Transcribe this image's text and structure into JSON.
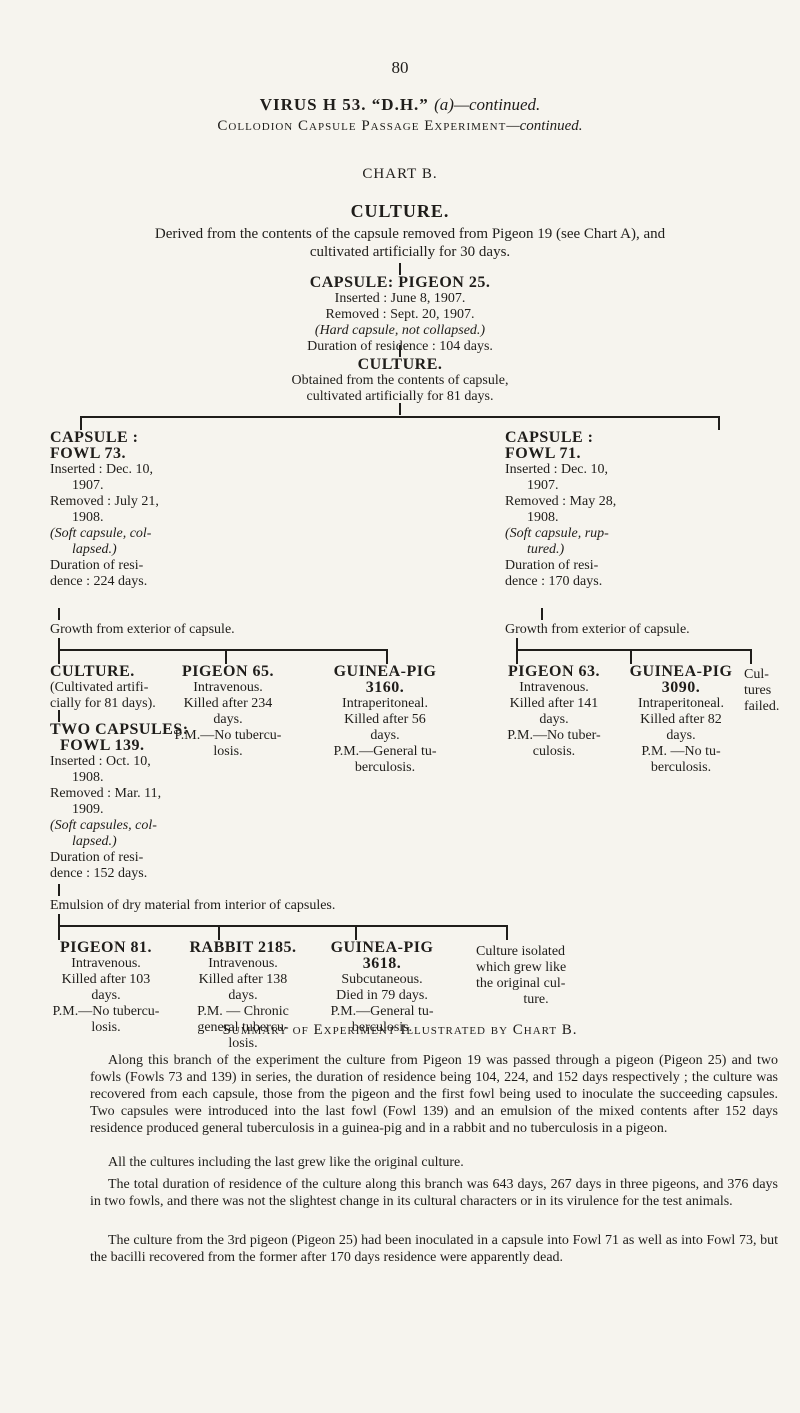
{
  "page_number": "80",
  "header": {
    "title": "VIRUS H 53. “D.H.”",
    "title_suffix": "(a)—continued.",
    "subtitle": "Collodion Capsule Passage Experiment",
    "subtitle_suffix": "—continued."
  },
  "chart_label": "CHART B.",
  "culture_heading": "CULTURE.",
  "derived_text": "Derived from the contents of the capsule removed from Pigeon 19 (see Chart A), and cultivated artificially for 30 days.",
  "capsule_pigeon25": {
    "title": "CAPSULE: PIGEON 25.",
    "inserted": "Inserted : June 8, 1907.",
    "removed": "Removed : Sept. 20, 1907.",
    "note": "(Hard capsule, not collapsed.)",
    "duration": "Duration of residence : 104 days."
  },
  "culture2": {
    "title": "CULTURE.",
    "line1": "Obtained from the contents of capsule,",
    "line2": "cultivated artificially for 81 days."
  },
  "fowl73": {
    "title1": "CAPSULE :",
    "title2": "FOWL 73.",
    "inserted1": "Inserted : Dec. 10,",
    "inserted2": "1907.",
    "removed1": "Removed : July 21,",
    "removed2": "1908.",
    "note1": "(Soft capsule, col-",
    "note2": "lapsed.)",
    "duration1": "Duration of resi-",
    "duration2": "dence : 224 days.",
    "growth": "Growth from exterior of capsule."
  },
  "fowl71": {
    "title1": "CAPSULE :",
    "title2": "FOWL 71.",
    "inserted1": "Inserted : Dec. 10,",
    "inserted2": "1907.",
    "removed1": "Removed : May 28,",
    "removed2": "1908.",
    "note1": "(Soft capsule, rup-",
    "note2": "tured.)",
    "duration1": "Duration of resi-",
    "duration2": "dence : 170 days.",
    "growth": "Growth from exterior of capsule."
  },
  "culture3": {
    "title": "CULTURE.",
    "line1": "(Cultivated artifi-",
    "line2": "cially for 81 days)."
  },
  "fowl139": {
    "title1": "TWO CAPSULES:",
    "title2": "FOWL 139.",
    "inserted1": "Inserted : Oct. 10,",
    "inserted2": "1908.",
    "removed1": "Removed : Mar. 11,",
    "removed2": "1909.",
    "note1": "(Soft capsules, col-",
    "note2": "lapsed.)",
    "duration1": "Duration of resi-",
    "duration2": "dence : 152 days."
  },
  "pigeon65": {
    "title": "PIGEON 65.",
    "l1": "Intravenous.",
    "l2": "Killed after 234",
    "l3": "days.",
    "l4": "P.M.—No tubercu-",
    "l5": "losis."
  },
  "guinea3160": {
    "title1": "GUINEA-PIG",
    "title2": "3160.",
    "l1": "Intraperitoneal.",
    "l2": "Killed after 56",
    "l3": "days.",
    "l4": "P.M.—General tu-",
    "l5": "berculosis."
  },
  "pigeon63": {
    "title": "PIGEON 63.",
    "l1": "Intravenous.",
    "l2": "Killed after 141",
    "l3": "days.",
    "l4": "P.M.—No tuber-",
    "l5": "culosis."
  },
  "guinea3090": {
    "title1": "GUINEA-PIG",
    "title2": "3090.",
    "l1": "Intraperitoneal.",
    "l2": "Killed after 82",
    "l3": "days.",
    "l4": "P.M. —No tu-",
    "l5": "berculosis."
  },
  "cultures_failed": {
    "l1": "Cul-",
    "l2": "tures",
    "l3": "failed."
  },
  "emulsion": "Emulsion of dry material from interior of capsules.",
  "pigeon81": {
    "title": "PIGEON 81.",
    "l1": "Intravenous.",
    "l2": "Killed after 103",
    "l3": "days.",
    "l4": "P.M.—No tubercu-",
    "l5": "losis."
  },
  "rabbit2185": {
    "title": "RABBIT 2185.",
    "l1": "Intravenous.",
    "l2": "Killed after 138",
    "l3": "days.",
    "l4": "P.M. — Chronic",
    "l5": "general tubercu-",
    "l6": "losis."
  },
  "guinea3618": {
    "title1": "GUINEA-PIG",
    "title2": "3618.",
    "l1": "Subcutaneous.",
    "l2": "Died in 79 days.",
    "l3": "P.M.—General tu-",
    "l4": "berculosis."
  },
  "culture_isolated": {
    "l1": "Culture isolated",
    "l2": "which grew like",
    "l3": "the original cul-",
    "l4": "ture."
  },
  "summary": {
    "title": "Summary of Experiment Illustrated by Chart B.",
    "p1": "Along this branch of the experiment the culture from Pigeon 19 was passed through a pigeon (Pigeon 25) and two fowls (Fowls 73 and 139) in series, the duration of residence being 104, 224, and 152 days respectively ; the culture was recovered from each capsule, those from the pigeon and the first fowl being used to inoculate the succeeding capsules. Two capsules were introduced into the last fowl (Fowl 139) and an emulsion of the mixed contents after 152 days residence produced general tuberculosis in a guinea-pig and in a rabbit and no tuberculosis in a pigeon.",
    "p2": "All the cultures including the last grew like the original culture.",
    "p3": "The total duration of residence of the culture along this branch was 643 days, 267 days in three pigeons, and 376 days in two fowls, and there was not the slightest change in its cultural characters or in its virulence for the test animals.",
    "p4": "The culture from the 3rd pigeon (Pigeon 25) had been inoculated in a capsule into Fowl 71 as well as into Fowl 73, but the bacilli recovered from the former after 170 days residence were apparently dead."
  }
}
